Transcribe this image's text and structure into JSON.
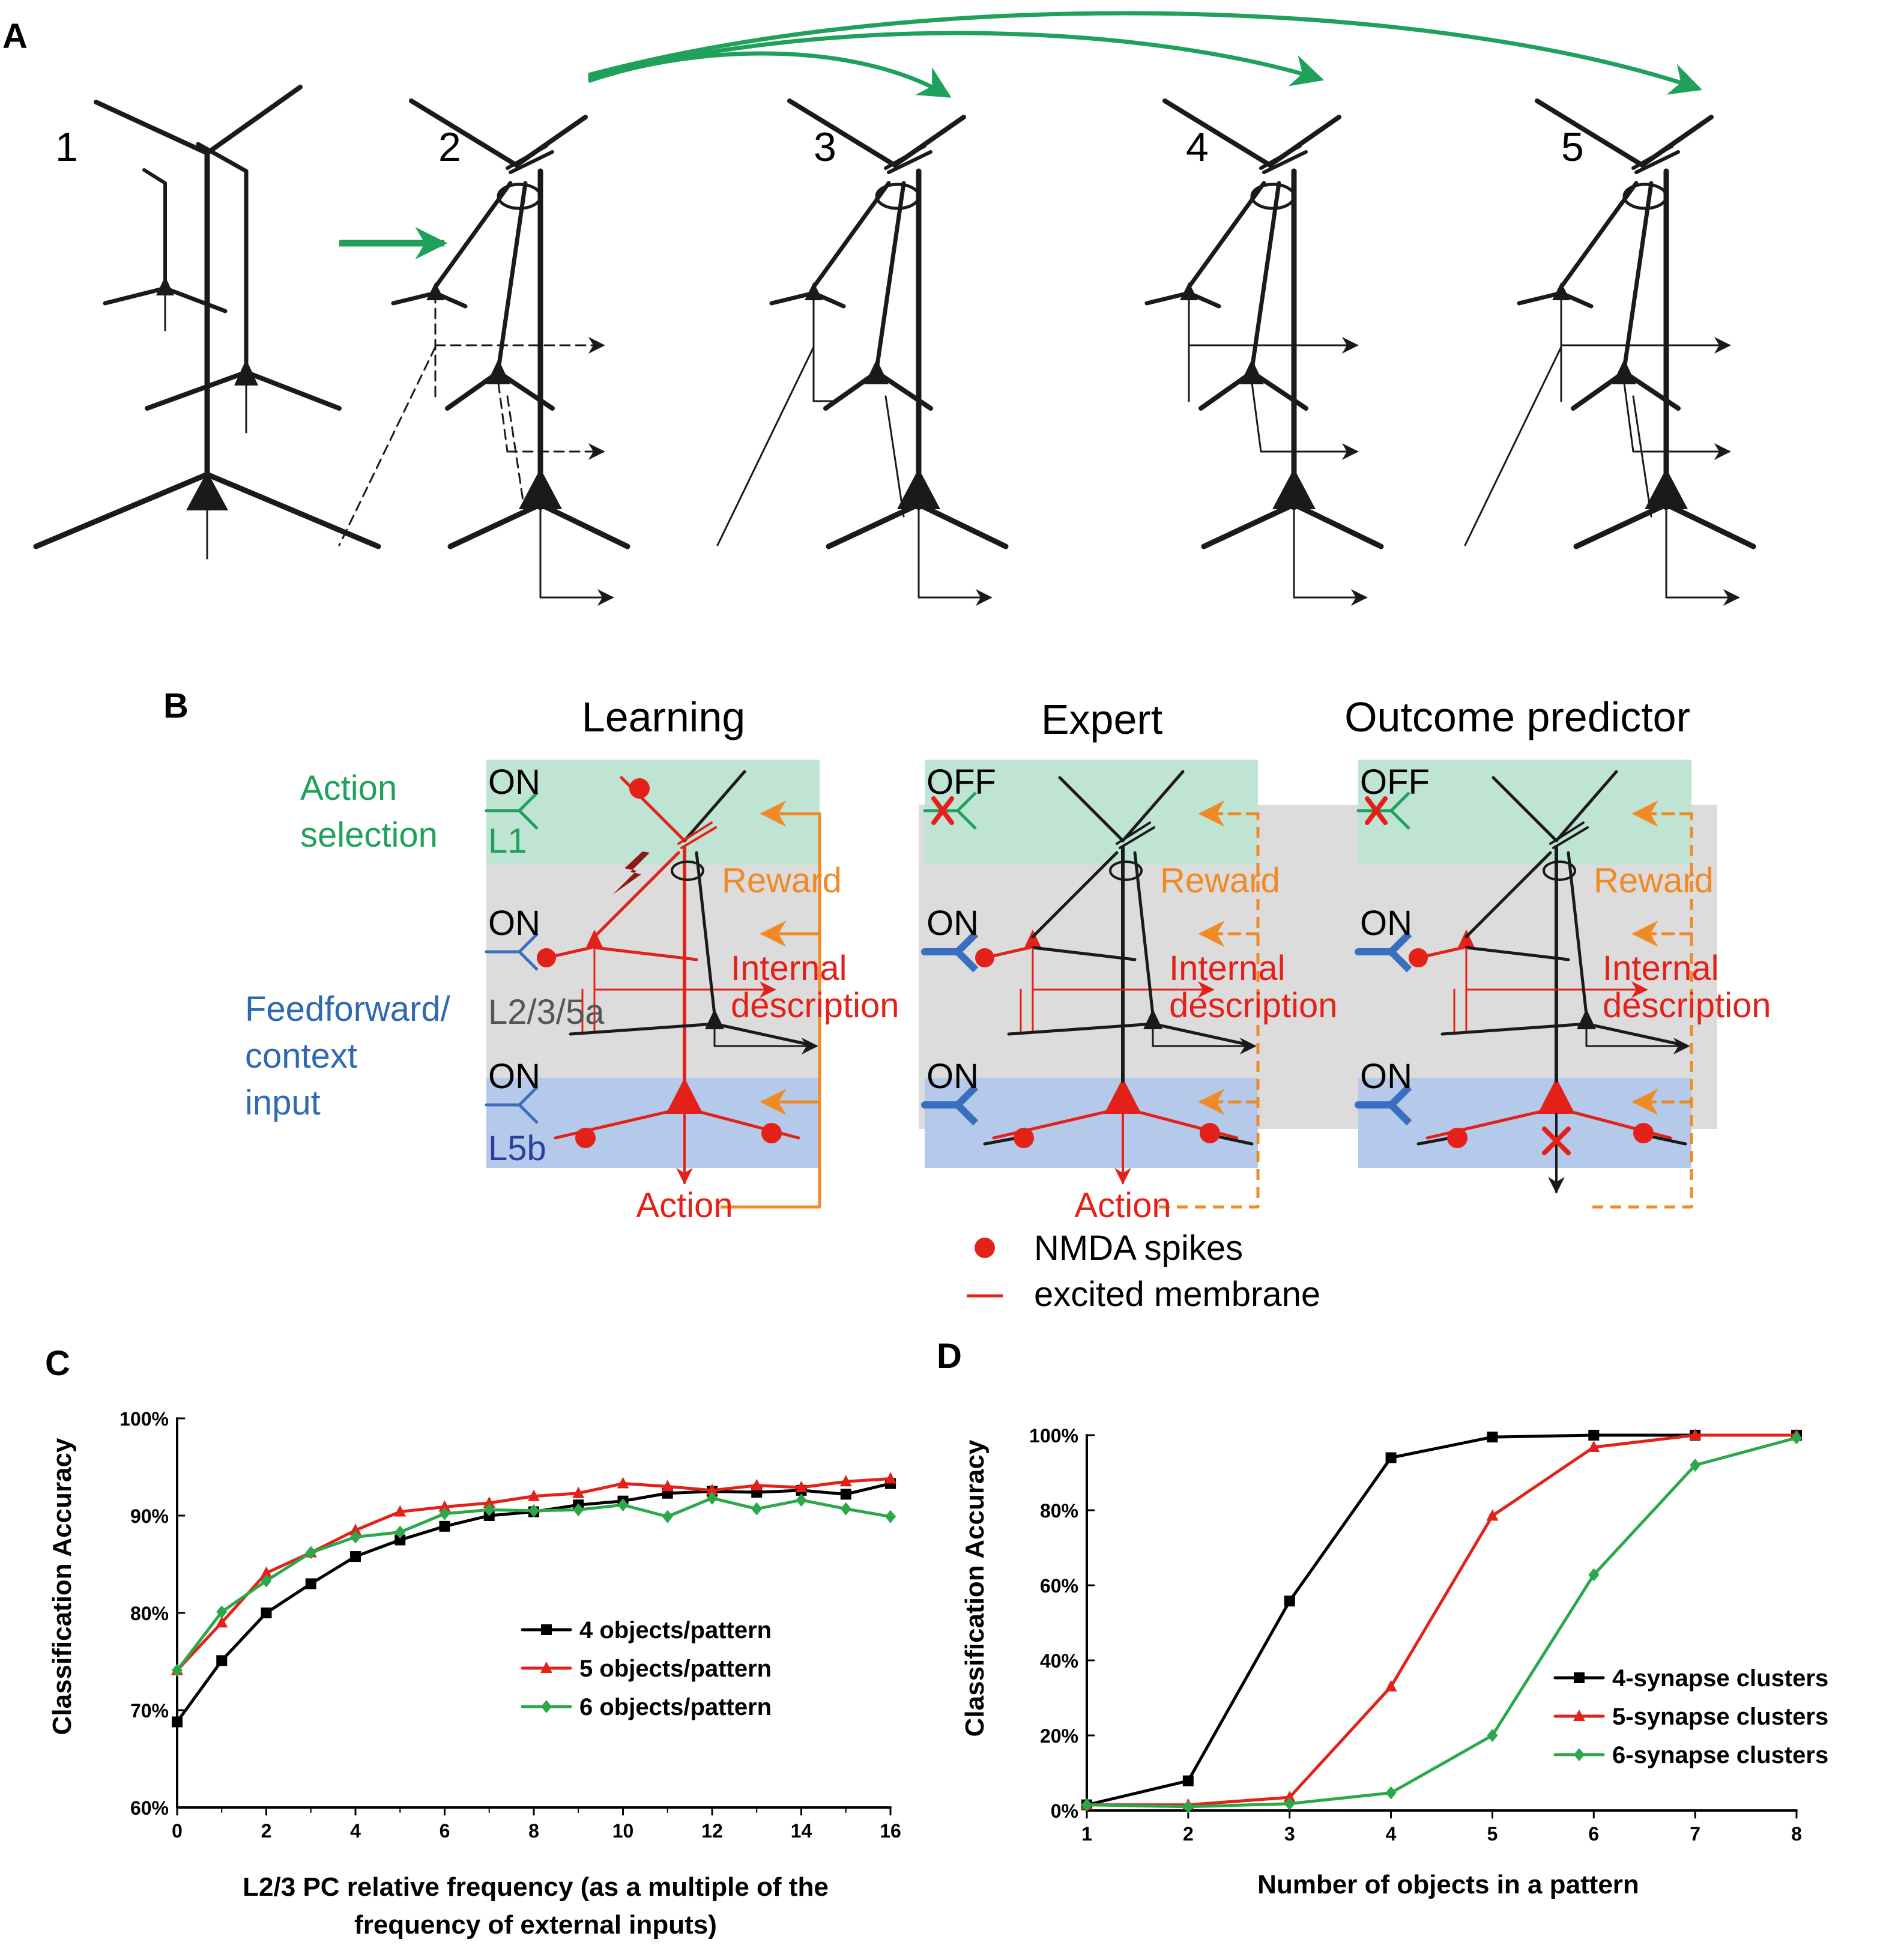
{
  "panel_a": {
    "label": "A",
    "stages": [
      "1",
      "2",
      "3",
      "4",
      "5"
    ]
  },
  "panel_b": {
    "label": "B",
    "titles": {
      "learning": "Learning",
      "expert": "Expert",
      "outcome": "Outcome predictor"
    },
    "side_labels": {
      "action_1": "Action",
      "action_2": "selection",
      "ff_1": "Feedforward/",
      "ff_2": "context",
      "ff_3": "input"
    },
    "layers": {
      "l1": "L1",
      "l235": "L2/3/5a",
      "l5b": "L5b"
    },
    "states": {
      "learning": [
        "ON",
        "ON",
        "ON"
      ],
      "expert": [
        "OFF",
        "ON",
        "ON"
      ],
      "outcome": [
        "OFF",
        "ON",
        "ON"
      ]
    },
    "reward": "Reward",
    "internal_1": "Internal",
    "internal_2": "description",
    "action": "Action",
    "legend": {
      "nmda": "NMDA spikes",
      "membrane": "excited membrane"
    },
    "colors": {
      "green": "#1fa15c",
      "blue": "#3a6fbf",
      "red": "#e32119",
      "orange": "#f08a24",
      "gray_bg": "#dcdcdd",
      "green_bg": "#bfe4d3",
      "blue_bg": "#b5c9ea"
    }
  },
  "panel_c": {
    "label": "C",
    "ylabel": "Classification Accuracy",
    "xlabel_1": "L2/3 PC relative frequency (as a multiple of the",
    "xlabel_2": "frequency of external inputs)",
    "yticks": [
      "60%",
      "70%",
      "80%",
      "90%",
      "100%"
    ],
    "xticks": [
      "0",
      "2",
      "4",
      "6",
      "8",
      "10",
      "12",
      "14",
      "16"
    ],
    "legend": [
      "4 objects/pattern",
      "5 objects/pattern",
      "6 objects/pattern"
    ]
  },
  "panel_d": {
    "label": "D",
    "ylabel": "Classification Accuracy",
    "xlabel": "Number of objects in a pattern",
    "yticks": [
      "0%",
      "20%",
      "40%",
      "60%",
      "80%",
      "100%"
    ],
    "xticks": [
      "1",
      "2",
      "3",
      "4",
      "5",
      "6",
      "7",
      "8"
    ],
    "legend": [
      "4-synapse clusters",
      "5-synapse clusters",
      "6-synapse clusters"
    ]
  },
  "chart_data": [
    {
      "type": "line",
      "panel": "C",
      "xlabel": "L2/3 PC relative frequency (as a multiple of the frequency of external inputs)",
      "ylabel": "Classification Accuracy",
      "xlim": [
        0,
        16
      ],
      "ylim": [
        60,
        100
      ],
      "y_unit": "%",
      "x": [
        0,
        1,
        2,
        3,
        4,
        5,
        6,
        7,
        8,
        9,
        10,
        11,
        12,
        13,
        14,
        15,
        16
      ],
      "series": [
        {
          "name": "4 objects/pattern",
          "color": "#000000",
          "marker": "square",
          "values": [
            68.8,
            75.1,
            80.0,
            83.0,
            85.8,
            87.5,
            88.9,
            90.0,
            90.4,
            91.1,
            91.5,
            92.3,
            92.5,
            92.4,
            92.6,
            92.2,
            93.3
          ]
        },
        {
          "name": "5 objects/pattern",
          "color": "#e32119",
          "marker": "triangle",
          "values": [
            74.1,
            79.0,
            84.1,
            86.2,
            88.5,
            90.4,
            90.9,
            91.3,
            92.0,
            92.3,
            93.3,
            93.0,
            92.6,
            93.1,
            92.9,
            93.5,
            93.8
          ]
        },
        {
          "name": "6 objects/pattern",
          "color": "#2aa84a",
          "marker": "diamond",
          "values": [
            74.1,
            80.1,
            83.3,
            86.2,
            87.8,
            88.3,
            90.2,
            90.6,
            90.5,
            90.6,
            91.1,
            89.9,
            91.8,
            90.7,
            91.6,
            90.7,
            89.9
          ]
        }
      ]
    },
    {
      "type": "line",
      "panel": "D",
      "xlabel": "Number of objects in a pattern",
      "ylabel": "Classification Accuracy",
      "xlim": [
        1,
        8
      ],
      "ylim": [
        0,
        100
      ],
      "y_unit": "%",
      "x": [
        1,
        2,
        3,
        4,
        5,
        6,
        7,
        8
      ],
      "series": [
        {
          "name": "4-synapse clusters",
          "color": "#000000",
          "marker": "square",
          "values": [
            1.5,
            7.9,
            55.8,
            94.0,
            99.5,
            100,
            100,
            100
          ]
        },
        {
          "name": "5-synapse clusters",
          "color": "#e32119",
          "marker": "triangle",
          "values": [
            1.5,
            1.5,
            3.5,
            33.0,
            78.5,
            96.8,
            100,
            100
          ]
        },
        {
          "name": "6-synapse clusters",
          "color": "#2aa84a",
          "marker": "diamond",
          "values": [
            1.5,
            1.0,
            1.8,
            4.7,
            20.0,
            62.8,
            92.0,
            99.3
          ]
        }
      ]
    }
  ]
}
